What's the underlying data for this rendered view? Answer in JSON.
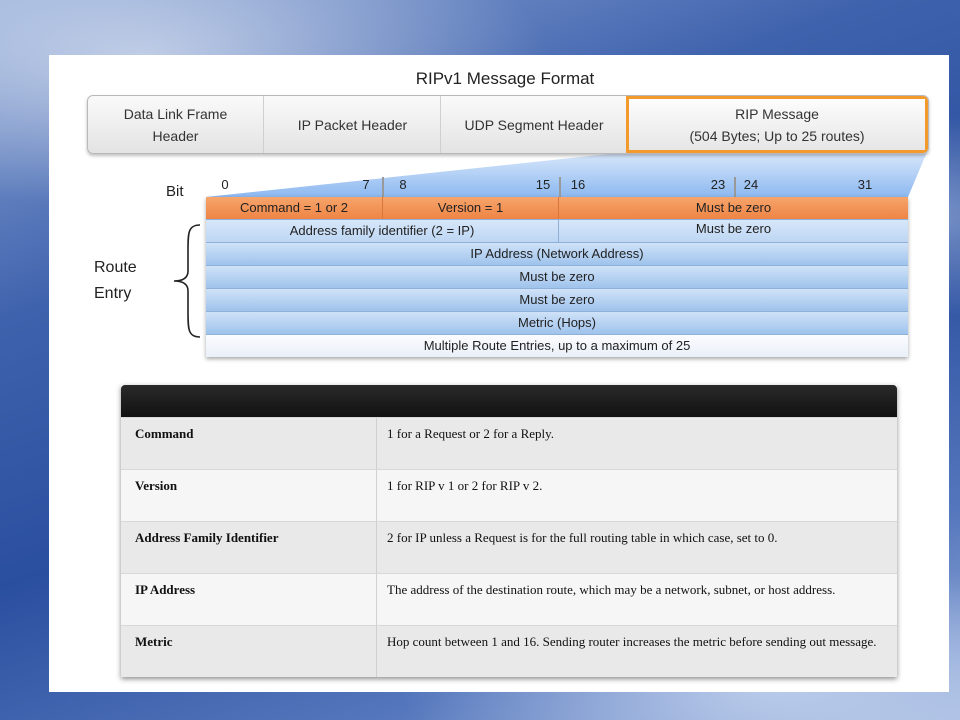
{
  "diagram": {
    "title": "RIPv1 Message Format",
    "frame": {
      "data_link_l1": "Data Link Frame",
      "data_link_l2": "Header",
      "ip_header": "IP Packet Header",
      "udp_header": "UDP Segment Header",
      "rip_l1": "RIP Message",
      "rip_l2": "(504 Bytes; Up to 25 routes)"
    },
    "bit_label": "Bit",
    "bits": [
      "0",
      "7",
      "8",
      "15",
      "16",
      "23",
      "24",
      "31"
    ],
    "rows": {
      "command": "Command = 1 or 2",
      "version": "Version = 1",
      "mbz_header": "Must be zero",
      "afi": "Address family identifier (2 = IP)",
      "mbz_afi": "Must be zero",
      "ip_address": "IP Address (Network Address)",
      "mbz_1": "Must be zero",
      "mbz_2": "Must be zero",
      "metric": "Metric (Hops)",
      "multiple": "Multiple Route Entries, up to a maximum of 25"
    },
    "route_label_l1": "Route",
    "route_label_l2": "Entry"
  },
  "table": {
    "rows": [
      {
        "field": "Command",
        "desc": "1 for a Request or 2 for a Reply."
      },
      {
        "field": "Version",
        "desc": "1 for RIP v 1 or 2 for RIP v 2."
      },
      {
        "field": "Address Family Identifier",
        "desc": "2 for IP unless a Request is for the full routing table in which case, set to 0."
      },
      {
        "field": "IP Address",
        "desc": "The address of the destination route, which may be a network, subnet, or host address."
      },
      {
        "field": "Metric",
        "desc": "Hop count between 1 and 16. Sending router increases the metric before sending out message."
      }
    ]
  },
  "colors": {
    "accent_orange": "#f39a2c",
    "header_orange": "#ee8445",
    "route_blue": "#bdd6f3",
    "table_header": "#1a1a1a"
  }
}
